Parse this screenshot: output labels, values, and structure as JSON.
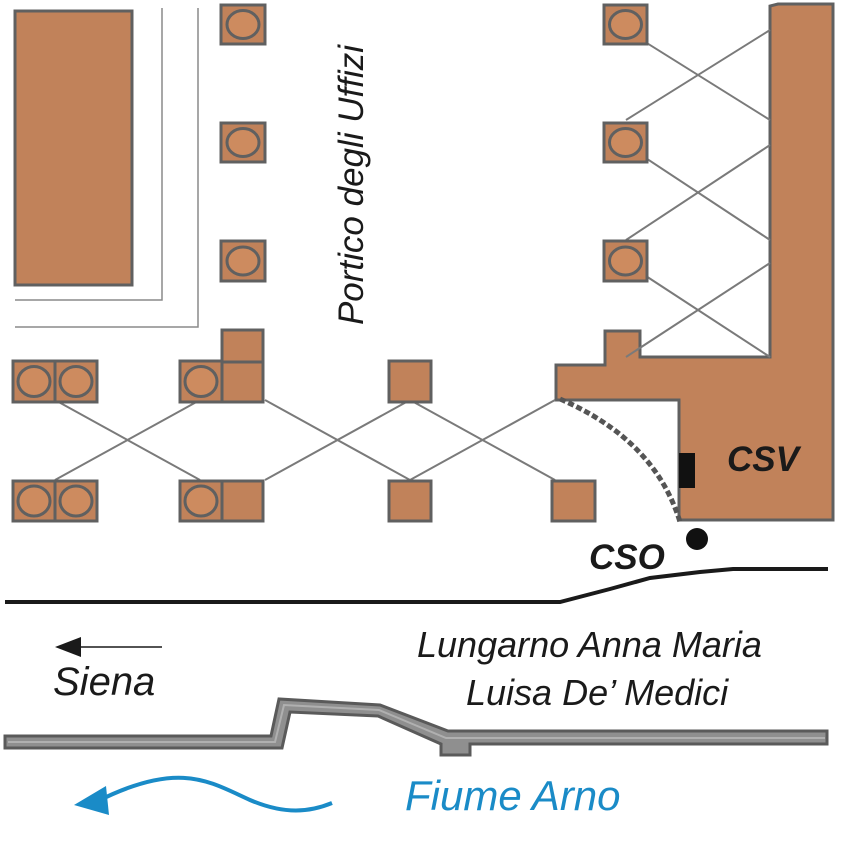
{
  "labels": {
    "portico": "Portico degli Uffizi",
    "csv": "CSV",
    "cso": "CSO",
    "street_line1": "Lungarno Anna Maria",
    "street_line2": "Luisa De’ Medici",
    "direction": "Siena",
    "river": "Fiume Arno"
  },
  "colors": {
    "building_fill": "#c1825a",
    "pillar_circle": "#cd8b5f",
    "outline": "#606060",
    "cross_bracing": "#7a7a7a",
    "river_text": "#1a8bc7",
    "river_arrow": "#1a8bc7",
    "road_line": "#1a1a1a",
    "embankment_fill": "#8f8f8f"
  },
  "icons": {
    "direction_arrow": "arrow-left-icon",
    "river_flow_arrow": "curved-arrow-left-icon",
    "cso_marker": "dot-marker-icon",
    "csv_marker": "rectangle-marker-icon"
  }
}
